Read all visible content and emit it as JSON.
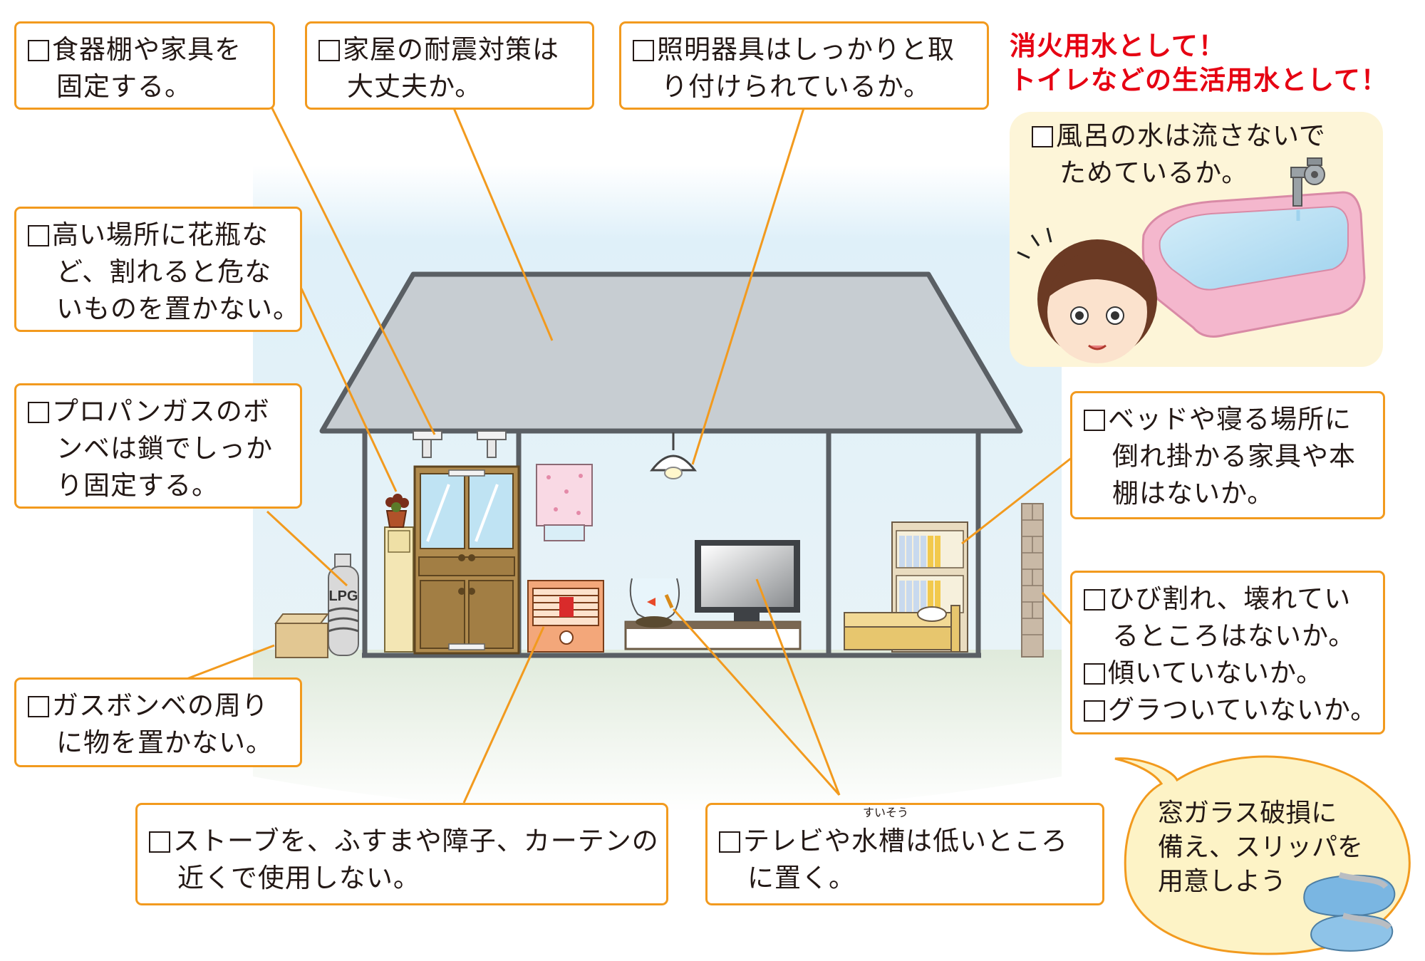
{
  "red_headline": {
    "line1": "消火用水として！",
    "line2": "トイレなどの生活用水として！"
  },
  "checklist": {
    "furniture_fix": [
      "食器棚や家具を",
      "固定する。"
    ],
    "house_quake": [
      "家屋の耐震対策は",
      "大丈夫か。"
    ],
    "lighting": [
      "照明器具はしっかりと取",
      "り付けられているか。"
    ],
    "vase": [
      "高い場所に花瓶な",
      "ど、割れると危な",
      "いものを置かない。"
    ],
    "propane": [
      "プロパンガスのボ",
      "ンベは鎖でしっか",
      "り固定する。"
    ],
    "gas_area": [
      "ガスボンベの周り",
      "に物を置かない。"
    ],
    "stove": [
      "ストーブを、ふすまや障子、カーテンの",
      "近くで使用しない。"
    ],
    "tv": [
      "テレビや水槽は低いところ",
      "に置く。"
    ],
    "tv_ruby": "すいそう",
    "bed": [
      "ベッドや寝る場所に",
      "倒れ掛かる家具や本",
      "棚はないか。"
    ],
    "wall": [
      "ひび割れ、壊れてい",
      "るところはないか。"
    ],
    "wall_tilt": "傾いていないか。",
    "wall_shake": "グラついていないか。",
    "bath": [
      "風呂の水は流さないで",
      "ためているか。"
    ]
  },
  "bubble": [
    "窓ガラス破損に",
    "備え、スリッパを",
    "用意しよう"
  ],
  "illustration_labels": {
    "lpg": "LPG"
  },
  "colors": {
    "border": "#f29a1e",
    "leader": "#f29a1e",
    "headline": "#e60012",
    "sky": "#dceef8",
    "ground": "#e5eee0",
    "roof": "#c7cdd2",
    "bath_panel": "#fdf5d8",
    "bubble": "#fdf3c6"
  }
}
